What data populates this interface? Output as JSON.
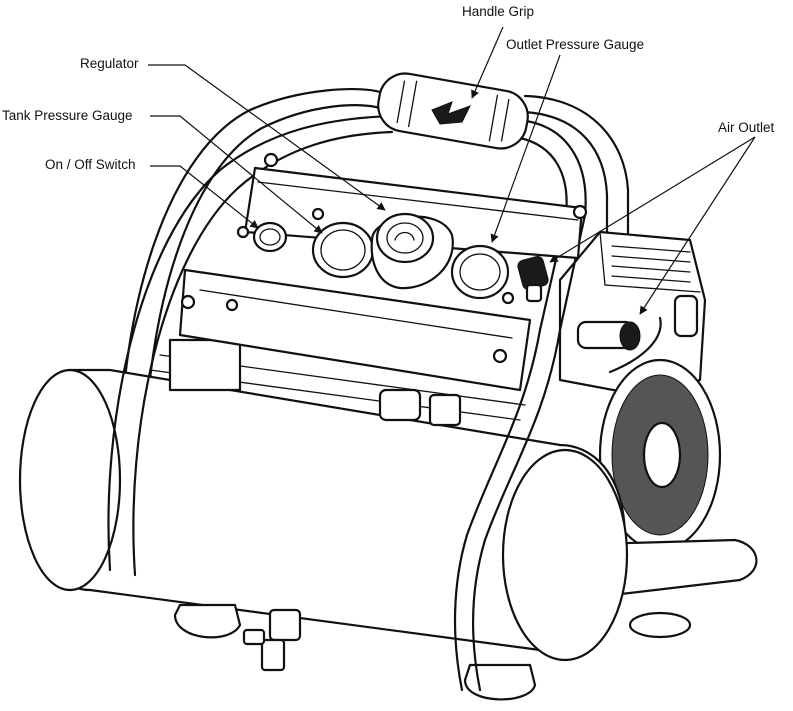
{
  "labels": {
    "handle_grip": "Handle Grip",
    "outlet_pressure_gauge": "Outlet Pressure Gauge",
    "regulator": "Regulator",
    "tank_pressure_gauge": "Tank Pressure Gauge",
    "on_off_switch": "On / Off Switch",
    "air_outlet": "Air Outlet"
  }
}
